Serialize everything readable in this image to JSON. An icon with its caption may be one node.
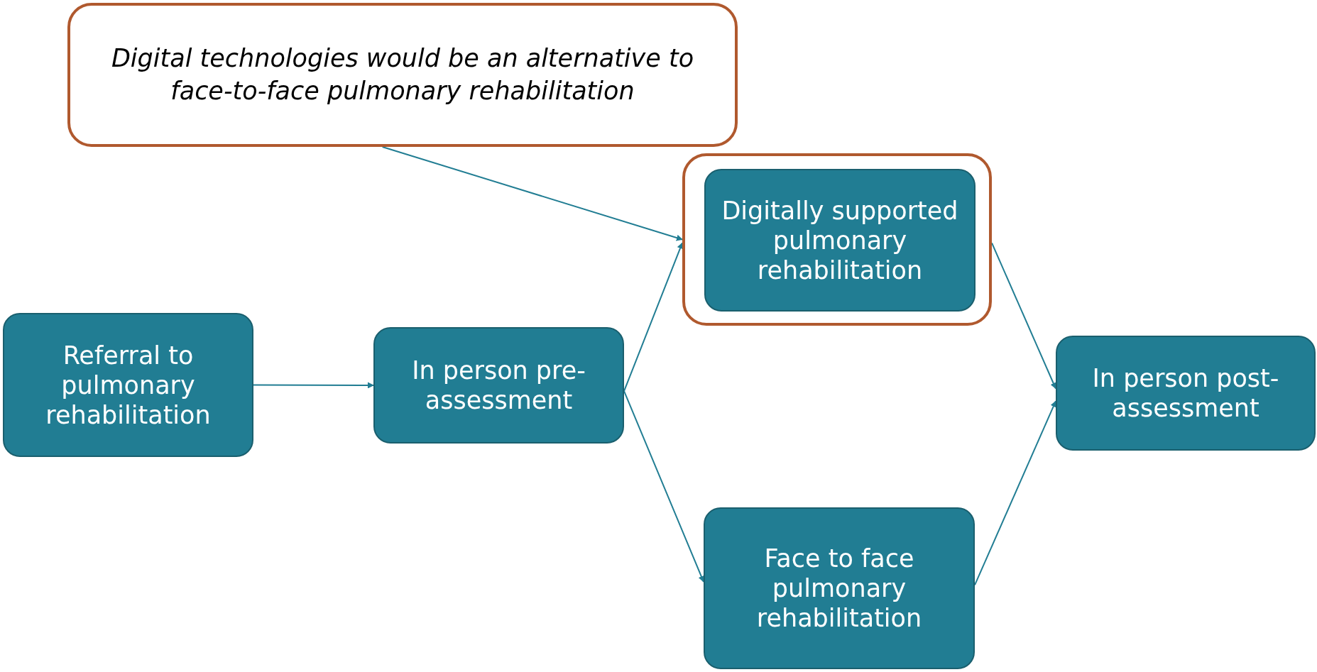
{
  "diagram": {
    "nodes": [
      {
        "text": [
          "Digital technologies would be an alternative to face-to-face pulmonary rehabilitation"
        ]
      },
      {
        "text": [],
        "shape": "box"
      },
      {
        "text": [
          "Digitally supported pulmonary rehabilitation"
        ],
        "in": 1
      },
      {
        "text": [
          "Referral to pulmonary rehabilitation"
        ]
      },
      {
        "text": [
          "In person pre-assessment"
        ]
      },
      {
        "text": [
          "Face to face pulmonary rehabilitation"
        ]
      },
      {
        "text": [
          "In person post-assessment"
        ]
      }
    ],
    "edges": [
      {
        "from": 0,
        "to": 1,
        "arrow": "to"
      },
      {
        "from": 3,
        "to": 4,
        "arrow": "to"
      },
      {
        "from": 4,
        "to": 1,
        "arrow": "to"
      },
      {
        "from": 4,
        "to": 5,
        "arrow": "to"
      },
      {
        "from": 1,
        "to": 6,
        "arrow": "to"
      },
      {
        "from": 5,
        "to": 6,
        "arrow": "to"
      }
    ]
  }
}
